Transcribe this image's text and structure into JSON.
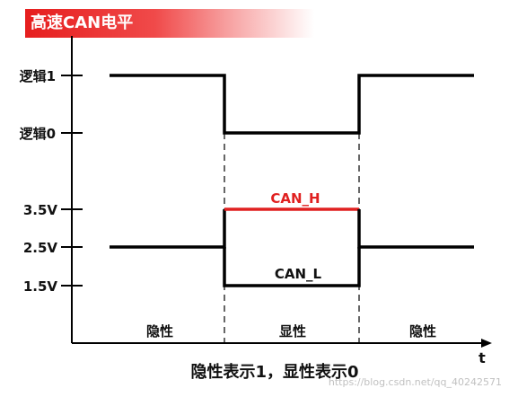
{
  "title": "高速CAN电平",
  "levels": {
    "logic1": "逻辑1",
    "logic0": "逻辑0",
    "v35": "3.5V",
    "v25": "2.5V",
    "v15": "1.5V"
  },
  "signals": {
    "can_h": "CAN_H",
    "can_l": "CAN_L"
  },
  "regions": {
    "left": "隐性",
    "middle": "显性",
    "right": "隐性"
  },
  "axis": {
    "x_label": "t"
  },
  "caption": "隐性表示1，显性表示0",
  "watermark": "https://blog.csdn.net/qq_40242571",
  "colors": {
    "title_bg": "#e61e1e",
    "title_text": "#ffffff",
    "line": "#000000",
    "can_h": "#e02020",
    "can_h_label": "#e02020"
  }
}
